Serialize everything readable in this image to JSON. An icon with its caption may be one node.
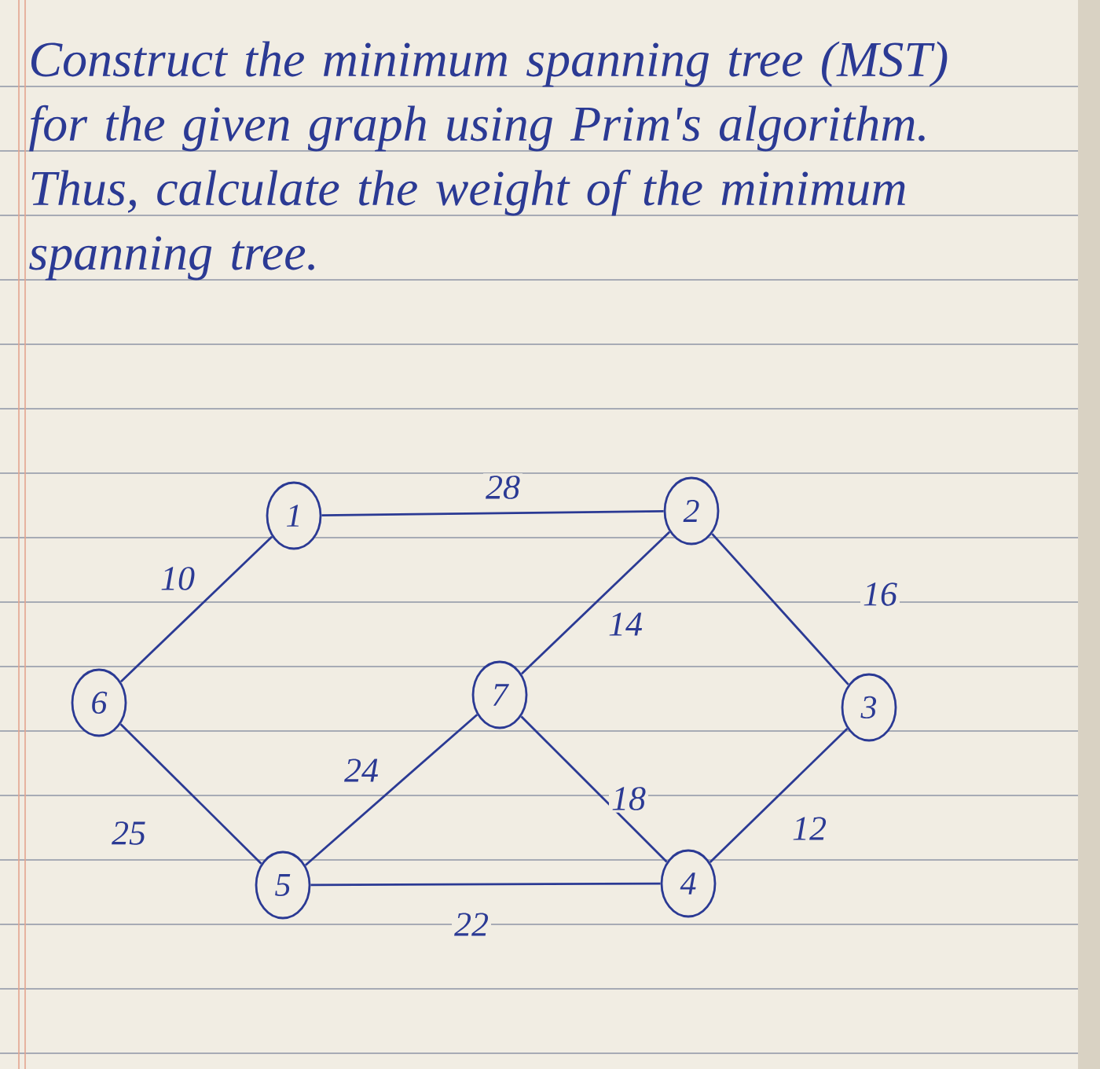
{
  "diagram": {
    "nodes": [
      {
        "text": [
          "1"
        ]
      },
      {
        "text": [
          "2"
        ]
      },
      {
        "text": [
          "3"
        ]
      },
      {
        "text": [
          "4"
        ]
      },
      {
        "text": [
          "5"
        ]
      },
      {
        "text": [
          "6"
        ]
      },
      {
        "text": [
          "7"
        ]
      }
    ],
    "edges": [
      {
        "from": 0,
        "to": 1,
        "arrow": "none",
        "label": "28"
      },
      {
        "from": 0,
        "to": 5,
        "arrow": "none",
        "label": "10"
      },
      {
        "from": 1,
        "to": 6,
        "arrow": "none",
        "label": "14"
      },
      {
        "from": 1,
        "to": 2,
        "arrow": "none",
        "label": "16"
      },
      {
        "from": 5,
        "to": 4,
        "arrow": "none",
        "label": "25"
      },
      {
        "from": 6,
        "to": 4,
        "arrow": "none",
        "label": "24"
      },
      {
        "from": 6,
        "to": 3,
        "arrow": "none",
        "label": "18"
      },
      {
        "from": 2,
        "to": 3,
        "arrow": "none",
        "label": "12"
      },
      {
        "from": 4,
        "to": 3,
        "arrow": "none",
        "label": "22"
      }
    ],
    "labels": [
      "Construct the minimum spanning tree (MST) for the given graph using Prim's algorithm. Thus, calculate the weight of the minimum spanning tree."
    ]
  }
}
